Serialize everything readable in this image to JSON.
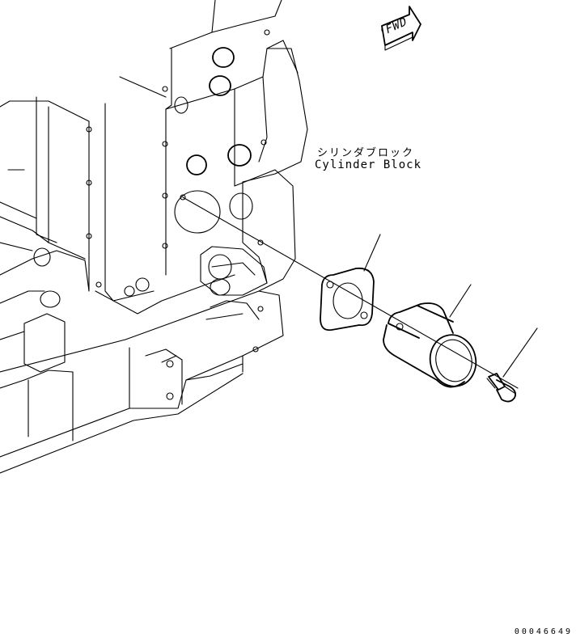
{
  "labels": {
    "part_name_jp": "シリンダブロック",
    "part_name_en": "Cylinder Block",
    "direction": "FWD",
    "drawing_number": "00046649"
  },
  "colors": {
    "line": "#000000",
    "background": "#ffffff"
  },
  "parts": [
    {
      "name": "cylinder-block"
    },
    {
      "name": "gasket"
    },
    {
      "name": "water-outlet-connector"
    },
    {
      "name": "flange-bolt"
    }
  ]
}
